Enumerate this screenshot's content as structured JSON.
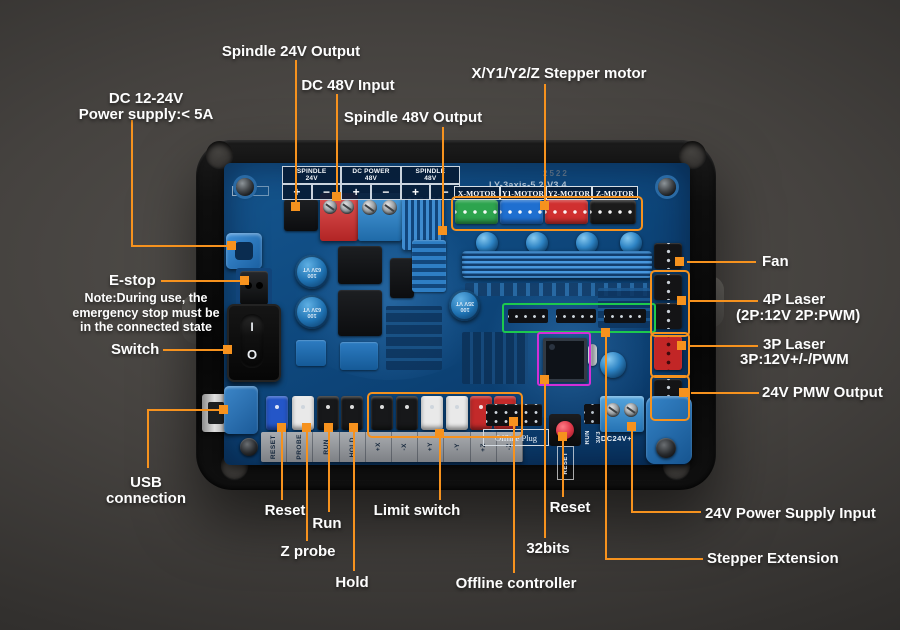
{
  "colors": {
    "accent": "#F6921E",
    "pcb_blue": "#0f4a80",
    "outline_green": "#1dc94d",
    "outline_magenta": "#d32fd8",
    "motor_x": "#2da44e",
    "motor_y1": "#1f6fd0",
    "motor_y2": "#d03030",
    "motor_z": "#1b1b1b"
  },
  "callouts": {
    "spindle24_out": "Spindle 24V Output",
    "dc48_in": "DC 48V Input",
    "spindle48_out": "Spindle 48V Output",
    "stepper_motor": "X/Y1/Y2/Z Stepper motor",
    "dc_supply_1": "DC 12-24V",
    "dc_supply_2": "Power supply:< 5A",
    "estop": "E-stop",
    "note_1": "Note:During use, the",
    "note_2": "emergency stop must be",
    "note_3": "in the connected state",
    "switch": "Switch",
    "usb_1": "USB",
    "usb_2": "connection",
    "fan": "Fan",
    "laser4p_1": "4P Laser",
    "laser4p_2": "(2P:12V 2P:PWM)",
    "laser3p_1": "3P Laser",
    "laser3p_2": "3P:12V+/-/PWM",
    "pmw_out": "24V PMW Output",
    "reset_left": "Reset",
    "run": "Run",
    "z_probe": "Z probe",
    "hold": "Hold",
    "limit_switch": "Limit switch",
    "offline_controller": "Offline controller",
    "bits32": "32bits",
    "reset_right": "Reset",
    "psu24": "24V Power Supply Input",
    "stepper_ext": "Stepper Extension"
  },
  "board": {
    "code": "2522",
    "model": "LY-3axis-5.2-V3.4",
    "power_headers": [
      {
        "name": "SPINDLE",
        "volt": "24V"
      },
      {
        "name": "DC POWER",
        "volt": "48V"
      },
      {
        "name": "SPINDLE",
        "volt": "48V"
      }
    ],
    "polarity": {
      "plus": "+",
      "minus": "−"
    },
    "motors": [
      "X-MOTOR",
      "Y1-MOTOR",
      "Y2-MOTOR",
      "Z-MOTOR"
    ],
    "pin_labels": [
      "RESET",
      "PROBE",
      "RUN",
      "HOLD",
      "+X",
      "-X",
      "+Y",
      "-Y",
      "+Z",
      "-Z"
    ],
    "offline_plug": "Offline Plug",
    "reset_silk": "RESET",
    "run_silk": "RUN",
    "v33_silk": "3V3",
    "dc24_silk": "-DC24V+",
    "cap_left": "100 63V VT",
    "cap_mid": "100 35V VT",
    "switch_on": "I",
    "switch_off": "O"
  }
}
